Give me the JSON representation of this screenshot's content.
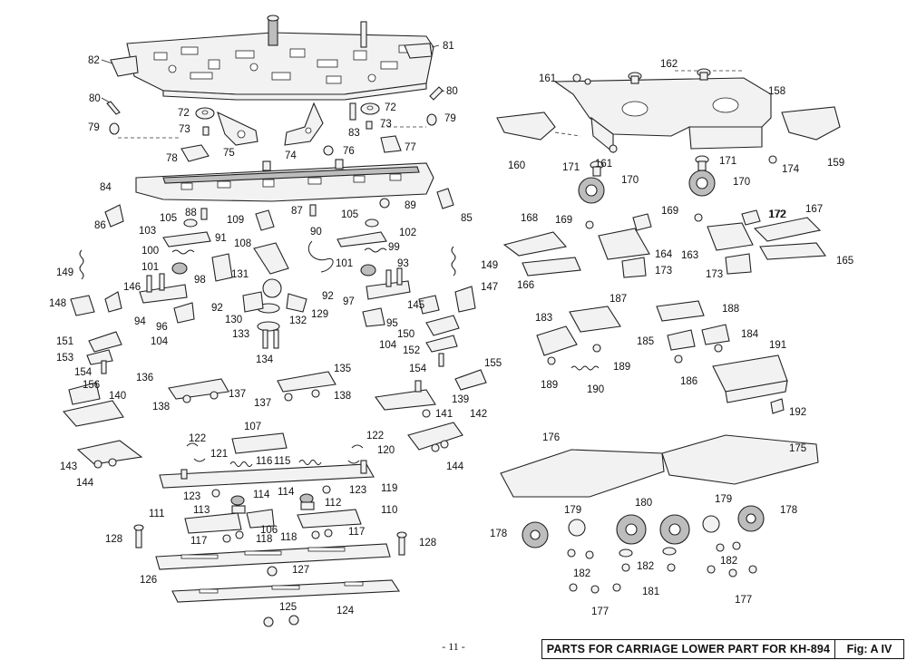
{
  "page": {
    "number": "- 11 -",
    "title": "PARTS FOR CARRIAGE LOWER PART FOR KH-894",
    "figure": "Fig: A  IV"
  },
  "callouts": [
    "81",
    "82",
    "80",
    "80",
    "79",
    "79",
    "72",
    "72",
    "73",
    "73",
    "83",
    "75",
    "74",
    "76",
    "77",
    "78",
    "84",
    "85",
    "86",
    "88",
    "89",
    "87",
    "105",
    "105",
    "102",
    "103",
    "109",
    "108",
    "91",
    "90",
    "99",
    "100",
    "101",
    "101",
    "93",
    "149",
    "149",
    "98",
    "131",
    "92",
    "92",
    "97",
    "146",
    "148",
    "147",
    "145",
    "94",
    "96",
    "130",
    "129",
    "132",
    "133",
    "150",
    "95",
    "104",
    "104",
    "134",
    "151",
    "152",
    "153",
    "154",
    "154",
    "155",
    "156",
    "140",
    "136",
    "135",
    "137",
    "137",
    "138",
    "138",
    "139",
    "141",
    "142",
    "143",
    "144",
    "144",
    "107",
    "122",
    "122",
    "121",
    "120",
    "116",
    "115",
    "119",
    "123",
    "123",
    "114",
    "114",
    "113",
    "112",
    "110",
    "111",
    "106",
    "117",
    "117",
    "118",
    "118",
    "128",
    "128",
    "126",
    "127",
    "124",
    "125",
    "161",
    "162",
    "158",
    "160",
    "161",
    "159",
    "171",
    "171",
    "170",
    "170",
    "174",
    "168",
    "169",
    "169",
    "172",
    "172",
    "167",
    "164",
    "163",
    "165",
    "166",
    "173",
    "173",
    "187",
    "183",
    "188",
    "185",
    "184",
    "189",
    "189",
    "191",
    "190",
    "186",
    "192",
    "176",
    "175",
    "179",
    "179",
    "180",
    "178",
    "178",
    "182",
    "182",
    "181",
    "182",
    "177",
    "177"
  ],
  "colors": {
    "line": "#222222",
    "paper": "#ffffff"
  }
}
